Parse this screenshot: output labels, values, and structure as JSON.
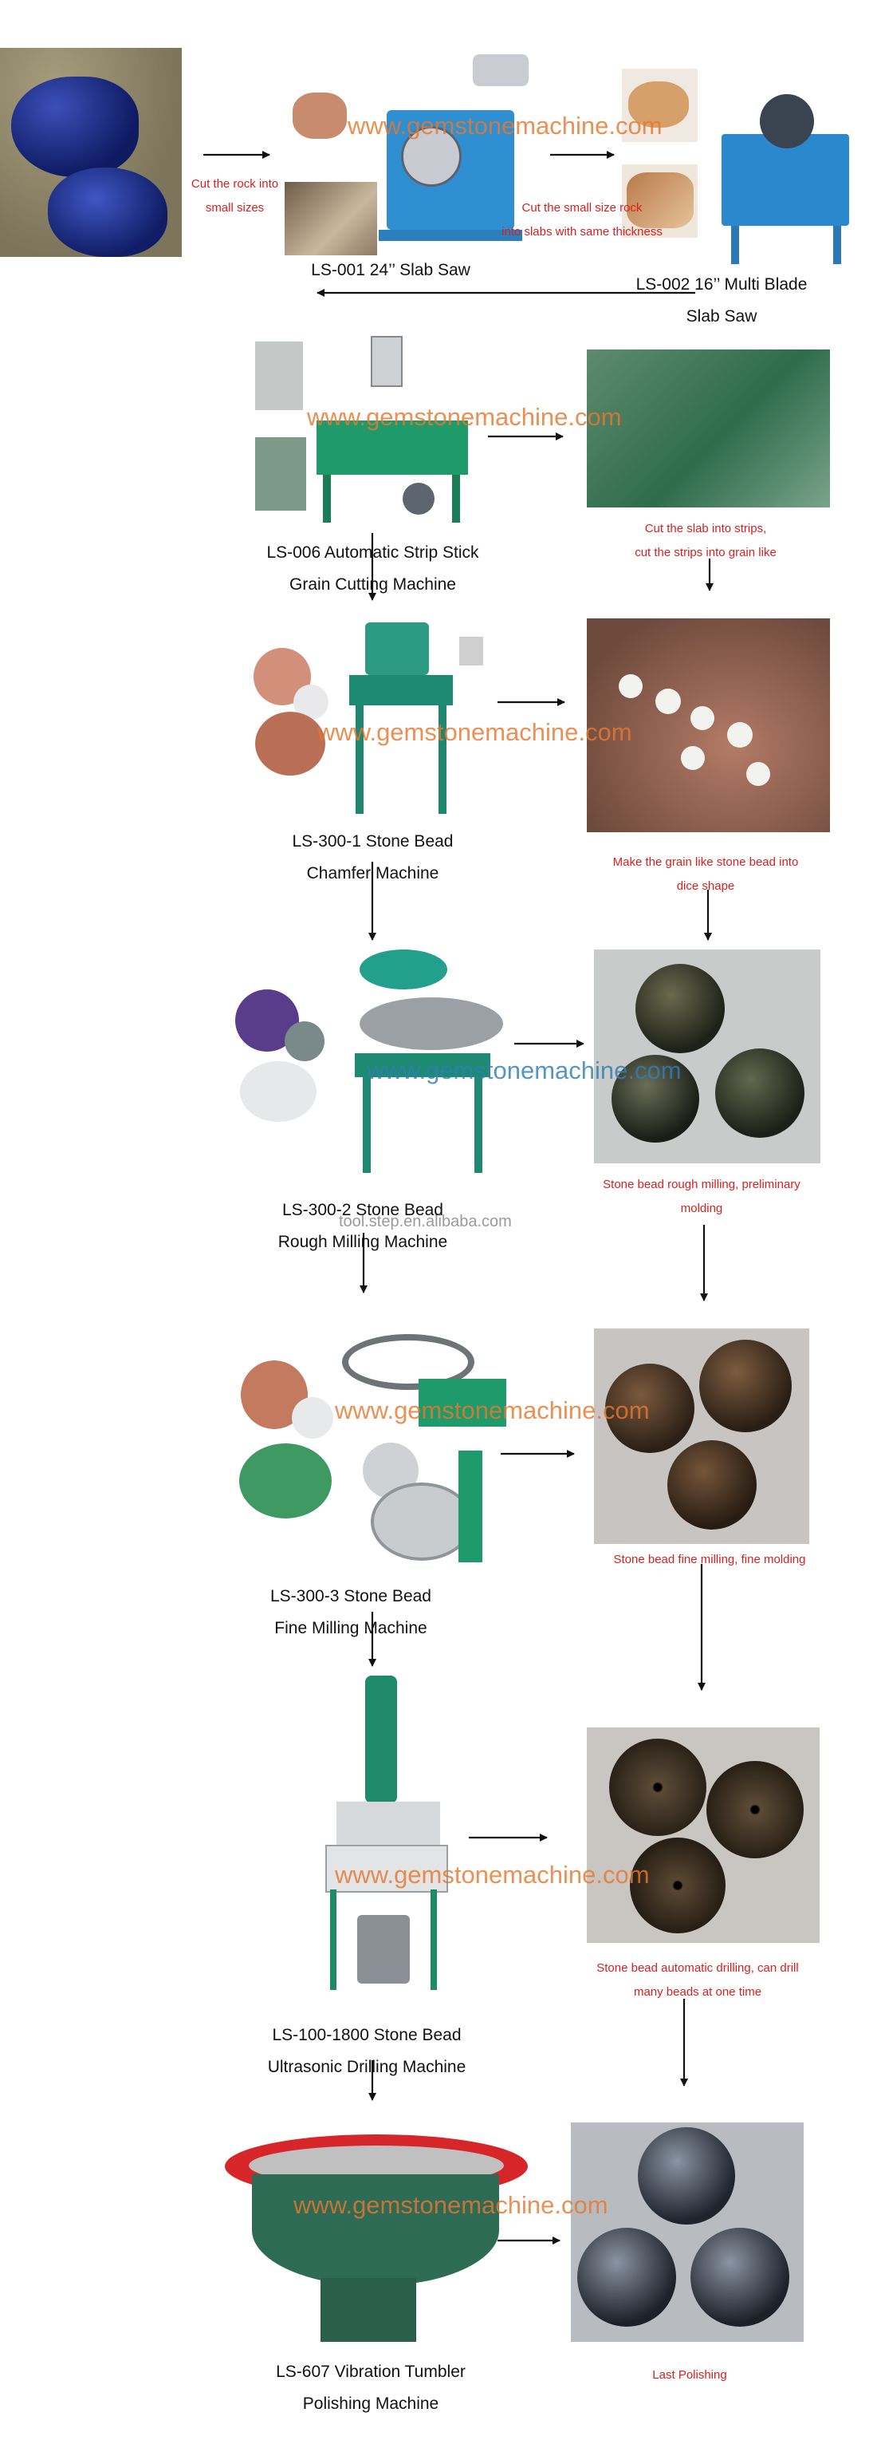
{
  "watermark": "www.gemstonemachine.com",
  "faint_watermark": "tool.step.en.alibaba.com",
  "colors": {
    "caption": "#111111",
    "note_red": "#d81f1f",
    "watermark_orange": "#e8772e",
    "watermark_blue": "#2f7fb5",
    "machine_green": "#1e8a64",
    "bowl_red": "#d7262a"
  },
  "steps": {
    "s1": {
      "label1": "LS-001 24’’ Slab Saw",
      "note1": "Cut the rock into",
      "note2": "small sizes",
      "note3": "Cut the small size rock",
      "note4": "into slabs with same thickness"
    },
    "s2": {
      "label1": "LS-002 16’’ Multi Blade",
      "label2": "Slab Saw"
    },
    "s3": {
      "label1": "LS-006 Automatic Strip Stick",
      "label2": "Grain Cutting Machine",
      "note1": "Cut the slab into strips,",
      "note2": "cut the strips into grain like"
    },
    "s4": {
      "label1": "LS-300-1 Stone Bead",
      "label2": "Chamfer Machine",
      "note1": "Make the grain like stone bead into",
      "note2": "dice shape"
    },
    "s5": {
      "label1": "LS-300-2 Stone Bead",
      "label2": "Rough Milling Machine",
      "note1": "Stone bead rough milling, preliminary",
      "note2": "molding"
    },
    "s6": {
      "label1": "LS-300-3 Stone Bead",
      "label2": "Fine Milling Machine",
      "note1": "Stone bead fine milling, fine molding"
    },
    "s7": {
      "label1": "LS-100-1800 Stone Bead",
      "label2": "Ultrasonic Drilling Machine",
      "note1": "Stone bead automatic drilling, can drill",
      "note2": "many beads at one time"
    },
    "s8": {
      "label1": "LS-607 Vibration Tumbler",
      "label2": "Polishing Machine",
      "note1": "Last Polishing"
    }
  }
}
